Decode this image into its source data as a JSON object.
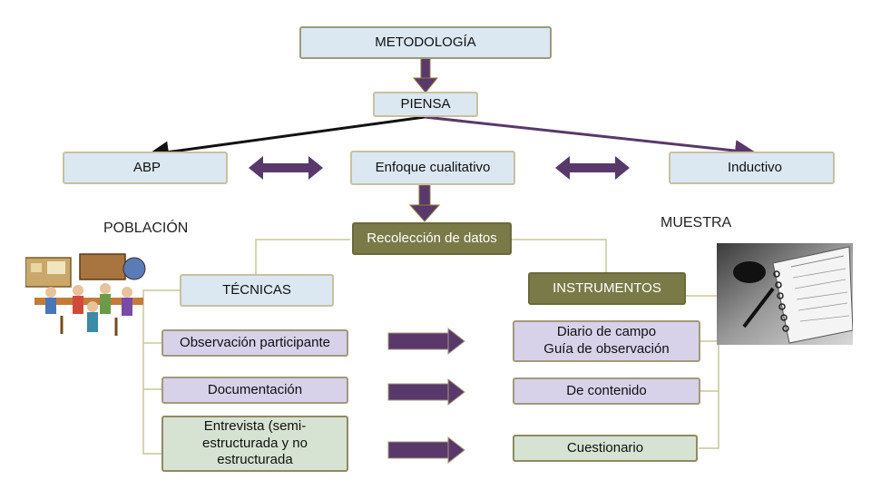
{
  "nodes": {
    "metodologia": "METODOLOGÍA",
    "piensa": "PIENSA",
    "abp": "ABP",
    "enfoque": "Enfoque cualitativo",
    "inductivo": "Inductivo",
    "poblacion": "POBLACIÓN",
    "recoleccion": "Recolección de datos",
    "muestra": "MUESTRA",
    "tecnicas": "TÉCNICAS",
    "instrumentos": "INSTRUMENTOS",
    "observacion": "Observación participante",
    "documentacion": "Documentación",
    "entrevista": "Entrevista (semi-estructurada y no estructurada",
    "diario_line1": "Diario de campo",
    "diario_line2": "Guía de observación",
    "contenido": "De contenido",
    "cuestionario": "Cuestionario"
  },
  "colors": {
    "arrow_purple": "#59386b",
    "arrow_black": "#111111",
    "connector": "#c9c79a",
    "olive_box": "#7a7a48"
  },
  "icons": {
    "classroom": "classroom-illustration",
    "notebook": "notebook-pen-photo"
  }
}
